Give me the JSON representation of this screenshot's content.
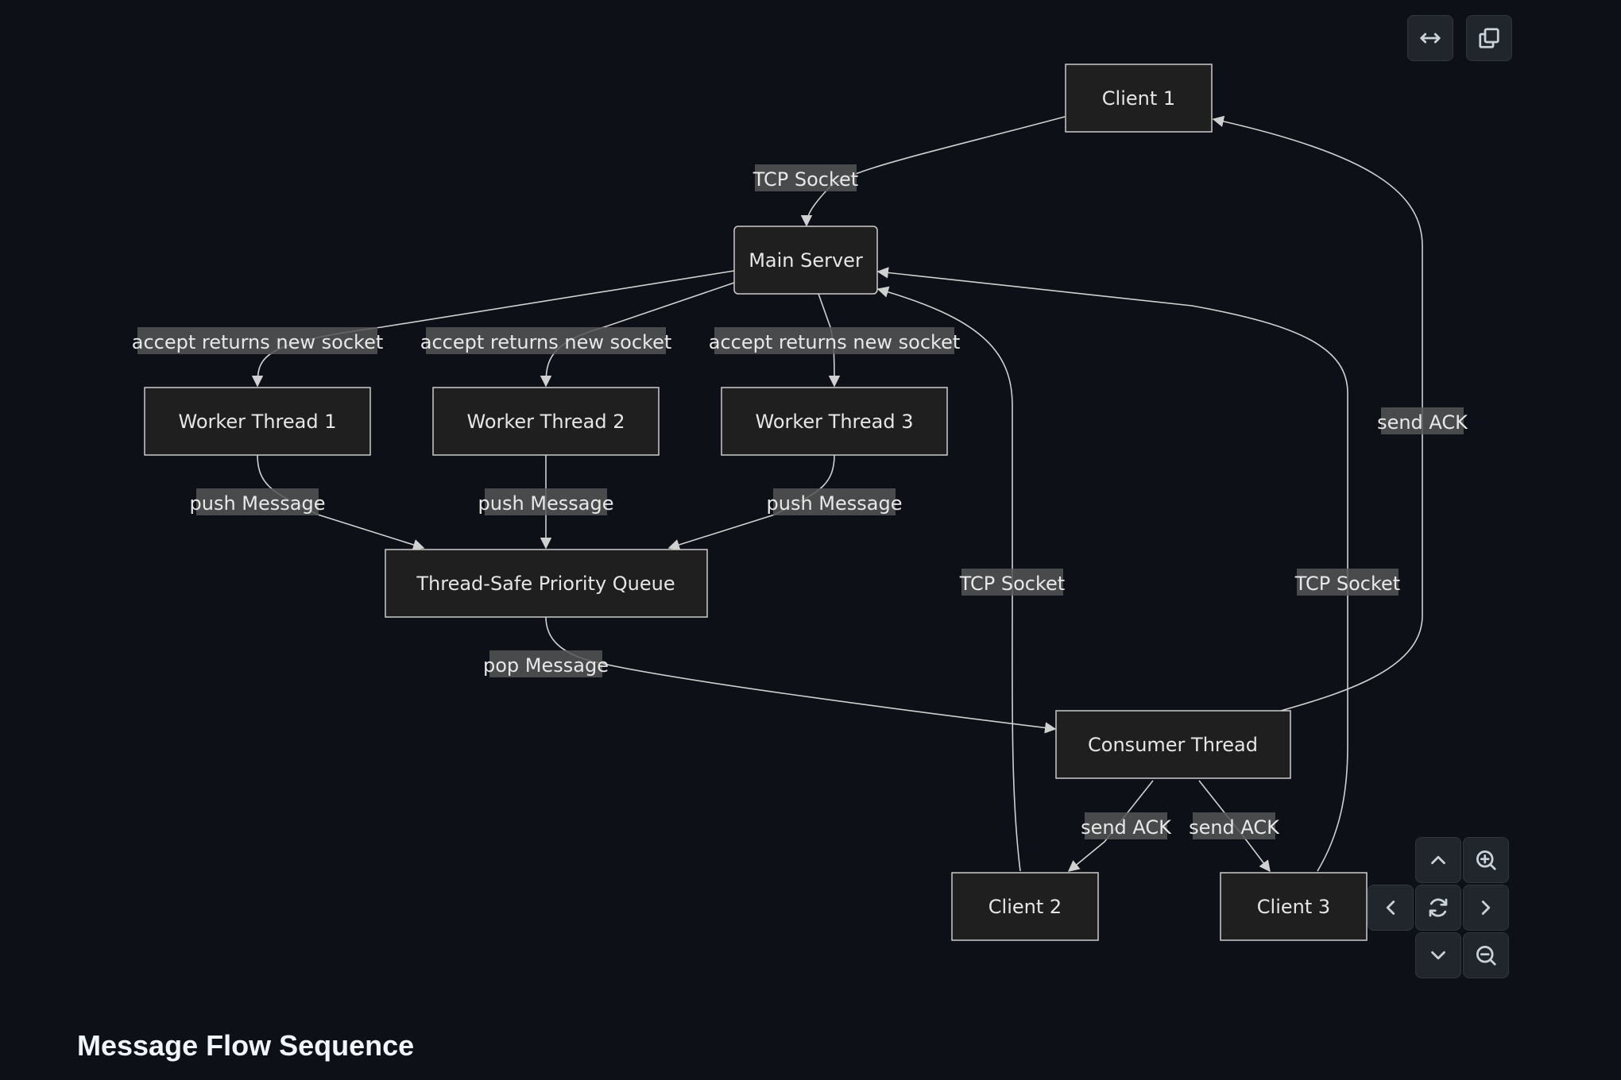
{
  "section_title": "Message Flow Sequence",
  "nodes": {
    "client1": "Client 1",
    "main_server": "Main Server",
    "worker1": "Worker Thread 1",
    "worker2": "Worker Thread 2",
    "worker3": "Worker Thread 3",
    "queue": "Thread-Safe Priority Queue",
    "consumer": "Consumer Thread",
    "client2": "Client 2",
    "client3": "Client 3"
  },
  "edges": [
    {
      "from": "Client 1",
      "to": "Main Server",
      "label": "TCP Socket"
    },
    {
      "from": "Main Server",
      "to": "Worker Thread 1",
      "label": "accept returns new socket"
    },
    {
      "from": "Main Server",
      "to": "Worker Thread 2",
      "label": "accept returns new socket"
    },
    {
      "from": "Main Server",
      "to": "Worker Thread 3",
      "label": "accept returns new socket"
    },
    {
      "from": "Worker Thread 1",
      "to": "Thread-Safe Priority Queue",
      "label": "push Message"
    },
    {
      "from": "Worker Thread 2",
      "to": "Thread-Safe Priority Queue",
      "label": "push Message"
    },
    {
      "from": "Worker Thread 3",
      "to": "Thread-Safe Priority Queue",
      "label": "push Message"
    },
    {
      "from": "Thread-Safe Priority Queue",
      "to": "Consumer Thread",
      "label": "pop Message"
    },
    {
      "from": "Client 2",
      "to": "Main Server",
      "label": "TCP Socket"
    },
    {
      "from": "Client 3",
      "to": "Main Server",
      "label": "TCP Socket"
    },
    {
      "from": "Consumer Thread",
      "to": "Client 1",
      "label": "send ACK"
    },
    {
      "from": "Consumer Thread",
      "to": "Client 2",
      "label": "send ACK"
    },
    {
      "from": "Consumer Thread",
      "to": "Client 3",
      "label": "send ACK"
    }
  ],
  "controls": {
    "fit_icon": "horizontal-arrows-icon",
    "copy_icon": "copy-icon",
    "zoom_in_icon": "zoom-in-icon",
    "zoom_out_icon": "zoom-out-icon",
    "reset_icon": "refresh-icon",
    "pan_icons": [
      "chevron-up-icon",
      "chevron-down-icon",
      "chevron-left-icon",
      "chevron-right-icon"
    ]
  },
  "colors": {
    "background": "#0d1117",
    "node_fill": "#1f1f1f",
    "node_stroke": "#cccccc",
    "edge": "#d0d0d0",
    "label_bg": "#555555",
    "text": "#e6e6e6"
  }
}
